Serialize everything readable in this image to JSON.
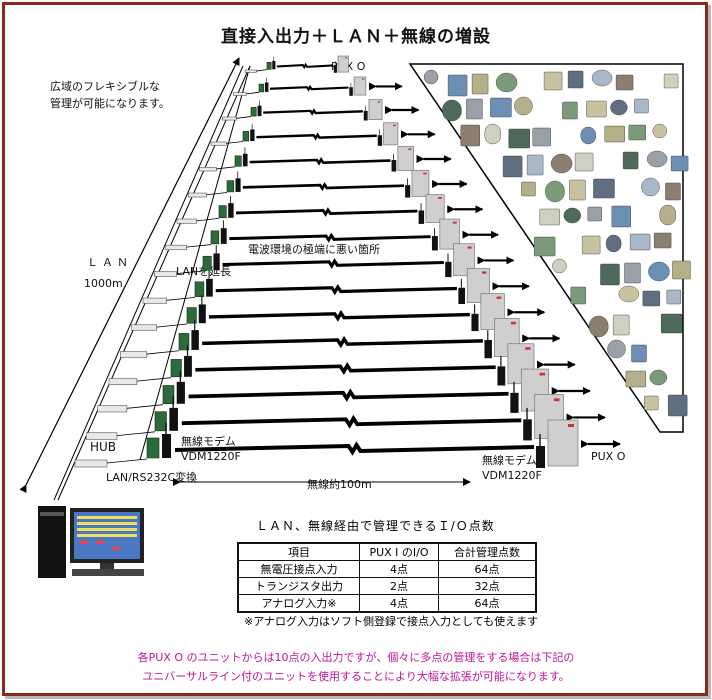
{
  "title": "直接入出力＋ＬＡＮ＋無線の増設",
  "labels": {
    "wide_area_line1": "広域のフレキシブルな",
    "wide_area_line2": "管理が可能になります。",
    "pux_top": "PUX O",
    "extend_lan": "LANを延長",
    "bad_radio": "電波環境の極端に悪い箇所",
    "lan_line1": "ＬＡＮ",
    "lan_line2": "1000m",
    "hub": "HUB",
    "lan_rs232c": "LAN/RS232C変換",
    "modem_left_line1": "無線モデム",
    "modem_left_line2": "VDM1220F",
    "modem_right_line1": "無線モデム",
    "modem_right_line2": "VDM1220F",
    "pux_right": "PUX O",
    "wireless_distance": "無線約100m"
  },
  "table": {
    "title": "ＬＡＮ、無線経由で管理できるＩ/Ｏ点数",
    "headers": [
      "項目",
      "PUX I のI/O",
      "合計管理点数"
    ],
    "rows": [
      [
        "無電圧接点入力",
        "4点",
        "64点"
      ],
      [
        "トランジスタ出力",
        "2点",
        "32点"
      ],
      [
        "アナログ入力※",
        "4点",
        "64点"
      ]
    ],
    "note": "※アナログ入力はソフト側登録で接点入力としても使えます"
  },
  "footer": {
    "line1": "各PUX O のユニットからは10点の入出力ですが、個々に多点の管理をする場合は下記の",
    "line2": "ユニバーサルライン付のユニットを使用することにより大幅な拡張が可能になります。"
  },
  "colors": {
    "frame": "#8a2a1e",
    "footer_text": "#c0149a",
    "converter_green": "#2e6b3a",
    "unit_gray": "#cfcfcf"
  },
  "icons": {
    "pc": "desktop-computer-icon",
    "hub": "network-hub-icon",
    "converter": "lan-rs232c-converter-icon",
    "modem": "wireless-modem-icon",
    "unit": "pux-unit-box-icon",
    "arrow": "double-arrow-icon",
    "lightning": "radio-link-zigzag-icon"
  }
}
